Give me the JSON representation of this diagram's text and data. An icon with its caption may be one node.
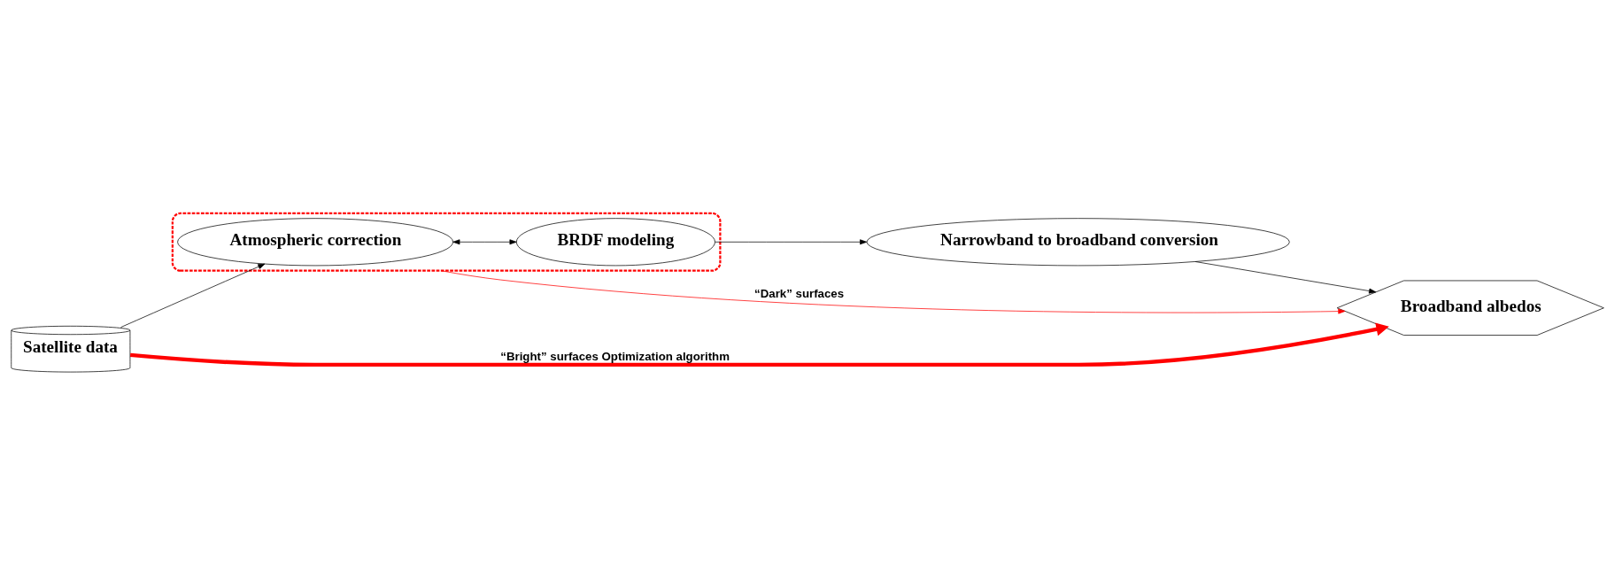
{
  "diagram": {
    "nodes": [
      {
        "text": [
          "Satellite data"
        ]
      },
      {
        "text": [],
        "shape": "ellipse"
      },
      {
        "text": [
          "Atmospheric correction"
        ],
        "in": 1
      },
      {
        "text": [
          "BRDF modeling"
        ],
        "in": 1
      },
      {
        "text": [
          "Narrowband to broadband conversion"
        ]
      },
      {
        "text": [
          "Broadband albedos"
        ]
      }
    ],
    "edges": [
      {
        "from": 0,
        "to": 2,
        "arrow": "to"
      },
      {
        "from": 2,
        "to": 3,
        "arrow": "both"
      },
      {
        "from": 3,
        "to": 4,
        "arrow": "to"
      },
      {
        "from": 4,
        "to": 5,
        "arrow": "to"
      },
      {
        "from": 0,
        "to": 5,
        "arrow": "to",
        "label": "“Bright” surfaces Optimization algorithm",
        "style": "thick",
        "color": "#ff0000"
      },
      {
        "from": 1,
        "to": 5,
        "arrow": "to",
        "label": "“Dark” surfaces",
        "color": "#ff0000"
      }
    ]
  }
}
